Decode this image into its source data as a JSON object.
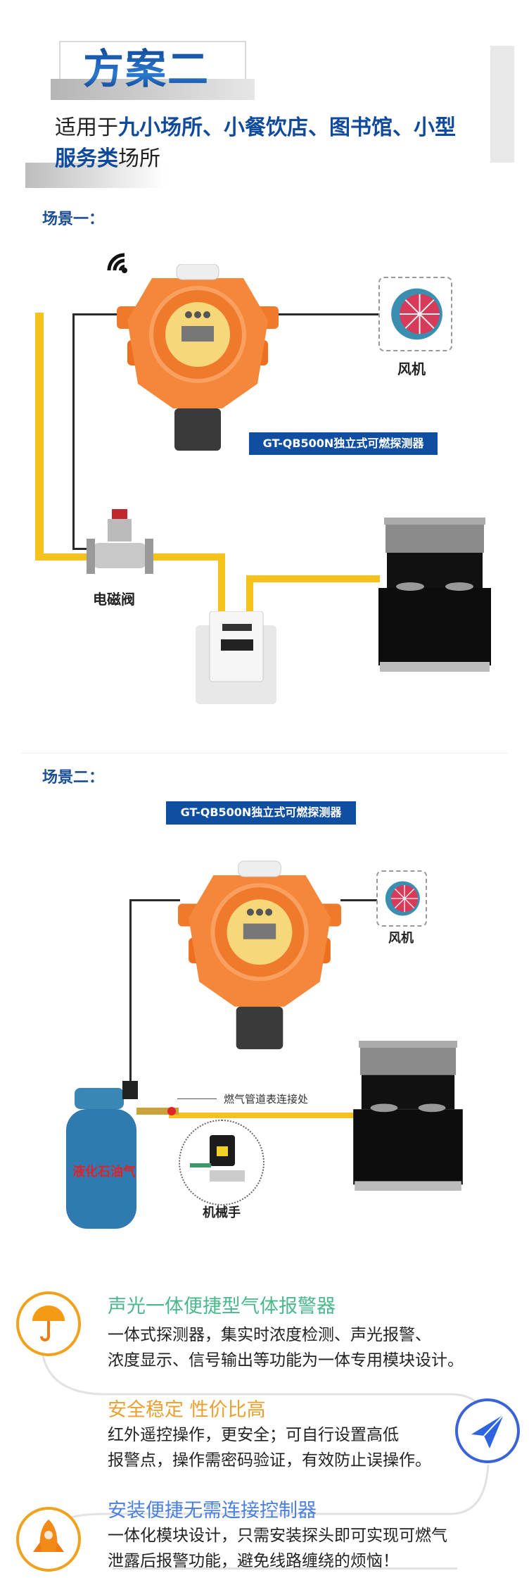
{
  "header": {
    "title": "方案二",
    "subtitle_prefix": "适用于",
    "subtitle_highlight_1": "九小场所、小餐饮店、图书馆、小型",
    "subtitle_highlight_2": "服务类",
    "subtitle_suffix": "场所"
  },
  "scene1": {
    "label": "场景一：",
    "detector_banner": "GT-QB500N独立式可燃探测器",
    "fan_label": "风机",
    "valve_label": "电磁阀"
  },
  "scene2": {
    "label": "场景二：",
    "detector_banner": "GT-QB500N独立式可燃探测器",
    "fan_label": "风机",
    "pipe_joint_label": "燃气管道表连接处",
    "cylinder_label": "液化石油气",
    "manipulator_label": "机械手"
  },
  "features": [
    {
      "title": "声光一体便捷型气体报警器",
      "line1": "一体式探测器，集实时浓度检测、声光报警、",
      "line2": "浓度显示、信号输出等功能为一体专用模块设计。",
      "color": "#4bb88c",
      "icon": "umbrella-icon"
    },
    {
      "title": "安全稳定 性价比高",
      "line1": "红外遥控操作，更安全；可自行设置高低",
      "line2": "报警点，操作需密码验证，有效防止误操作。",
      "color": "#e9a030",
      "icon": "paper-plane-icon"
    },
    {
      "title": "安装便捷无需连接控制器",
      "line1": "一体化模块设计，只需安装探头即可实现可燃气",
      "line2": "泄露后报警功能，避免线路缠绕的烦恼！",
      "color": "#4a7fe0",
      "icon": "rocket-icon"
    }
  ],
  "colors": {
    "brand_blue": "#0f4ea0",
    "pipe_yellow": "#f4c21b",
    "detector_orange": "#f07a2c"
  }
}
